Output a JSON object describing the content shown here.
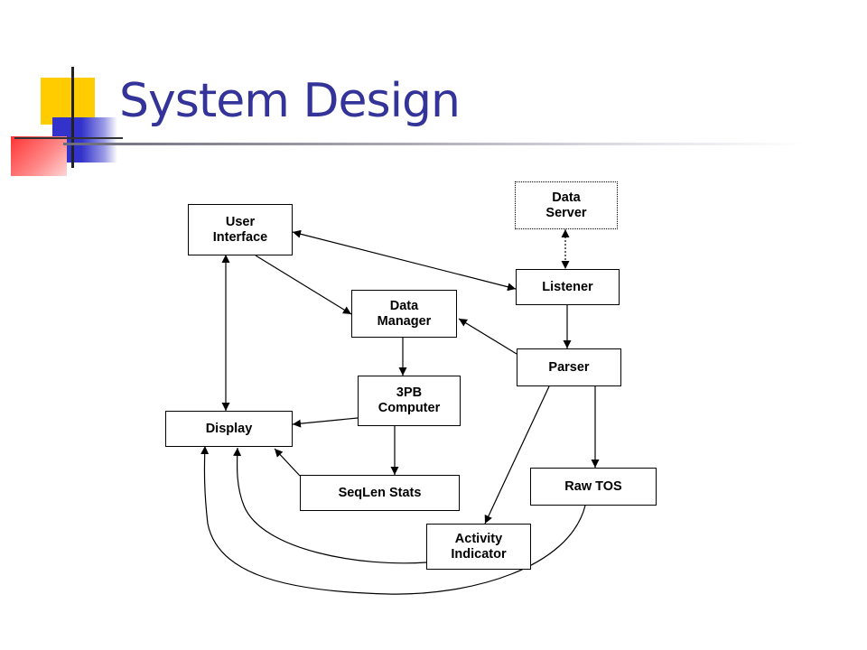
{
  "slide": {
    "title": "System Design"
  },
  "diagram": {
    "nodes": {
      "data_server": "Data\nServer",
      "user_interface": "User\nInterface",
      "listener": "Listener",
      "data_manager": "Data\nManager",
      "parser": "Parser",
      "computer_3pb": "3PB\nComputer",
      "display": "Display",
      "raw_tos": "Raw TOS",
      "seqlen_stats": "SeqLen Stats",
      "activity_indicator": "Activity\nIndicator"
    }
  },
  "colors": {
    "title": "#333399",
    "deco_yellow": "#FFCC00",
    "deco_blue": "#3333CC",
    "deco_red": "#FF3333",
    "line": "#000000"
  }
}
